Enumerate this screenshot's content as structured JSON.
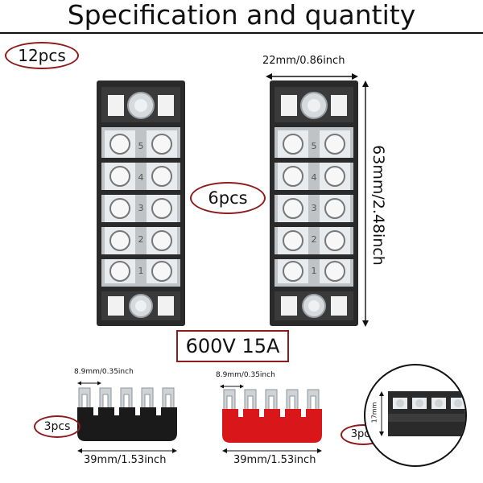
{
  "title": "Specification and quantity",
  "labels": {
    "qty_blocks": "12pcs",
    "qty_positions": "6pcs",
    "rating": "600V 15A",
    "qty_black_jumper": "3pcs",
    "qty_red_jumper": "3pcs"
  },
  "dimensions": {
    "block_width": "22mm/0.86inch",
    "block_height": "63mm/2.48inch",
    "jumper_pitch_black": "8.9mm/0.35inch",
    "jumper_pitch_red": "8.9mm/0.35inch",
    "jumper_length_black": "39mm/1.53inch",
    "jumper_length_red": "39mm/1.53inch",
    "inset_height": "17mm"
  },
  "terminal_numbers": [
    "1",
    "2",
    "3",
    "4",
    "5"
  ],
  "colors": {
    "accent_red_outline": "#8e1b1b",
    "block_body": "#2a2a2a",
    "jumper_black": "#1a1a1a",
    "jumper_red": "#d9161a",
    "metal": "#cfd3d6"
  }
}
